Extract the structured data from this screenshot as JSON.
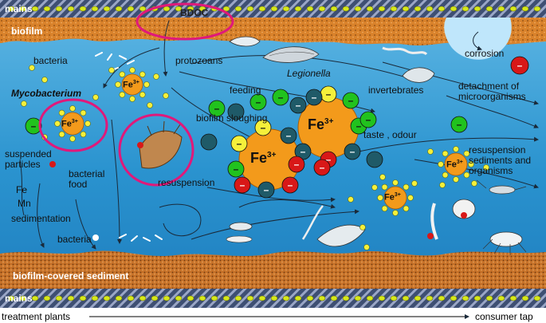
{
  "labels": {
    "mains_top": "mains",
    "biofilm": "biofilm",
    "bdoc": "BDOC",
    "bacteria_top": "bacteria",
    "mycobacterium": "Mycobacterium",
    "protozoans": "protozoans",
    "legionella": "Legionella",
    "feeding": "feeding",
    "biofilm_sloughing": "biofilm sloughing",
    "invertebrates": "invertebrates",
    "corrosion": "corrosion",
    "detachment": "detachment of microorganisms",
    "taste_odour": "taste , odour",
    "suspended_particles": "suspended particles",
    "bacterial_food": "bacterial food",
    "fe": "Fe",
    "mn": "Mn",
    "sedimentation": "sedimentation",
    "resuspension": "resuspension",
    "resuspension_sediments": "resuspension sediments and organisms",
    "bacteria_bottom": "bacteria",
    "sediment": "biofilm-covered sediment",
    "mains_bottom": "mains"
  },
  "ions": {
    "fe3_base": "Fe",
    "fe3_charge": "3+",
    "minus": "–",
    "plus": "+"
  },
  "axis": {
    "start": "treatment plants",
    "end": "consumer tap"
  },
  "colors": {
    "water": "#2a93cf",
    "water_light": "#8fd1f0",
    "biofilm": "#d9822b",
    "sediment": "#c8732a",
    "fe_particle": "#f39a1b",
    "green_ion": "#21c21e",
    "red_ion": "#d81818",
    "teal_ion": "#1f5a68",
    "yellow_ion": "#f5f03a",
    "highlight_circle": "#e0197a"
  }
}
